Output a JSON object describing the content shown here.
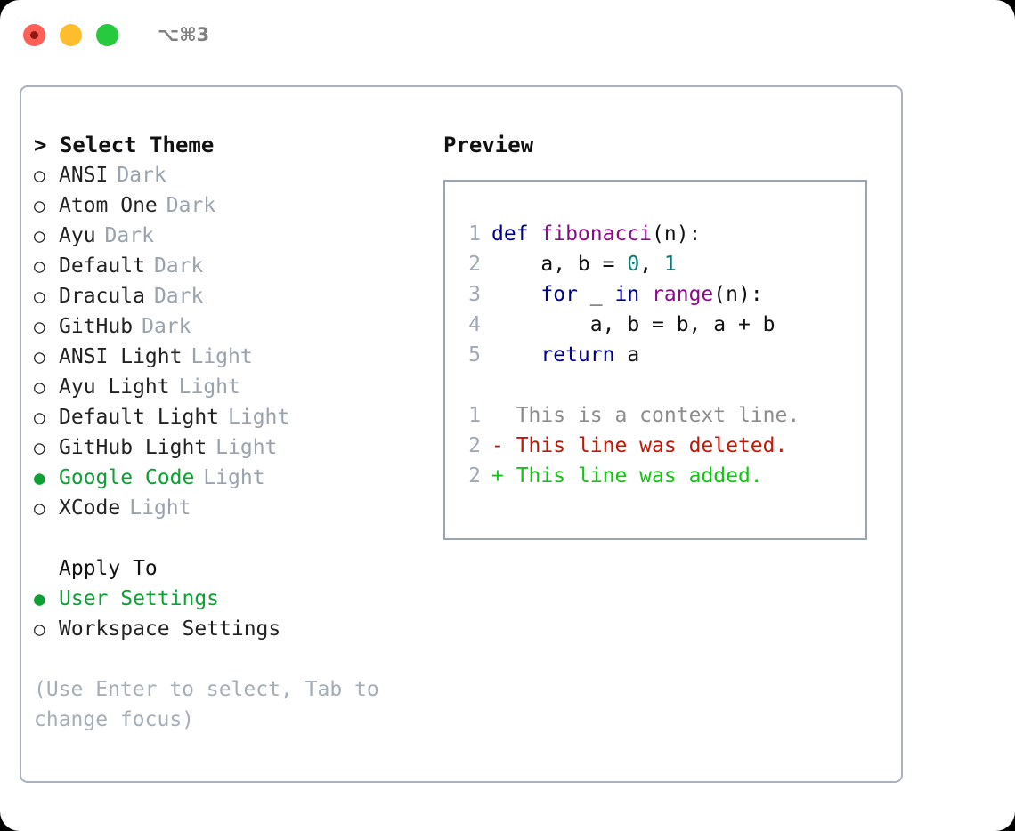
{
  "titlebar": {
    "lights": [
      {
        "name": "close",
        "color": "#ff5f56"
      },
      {
        "name": "minimize",
        "color": "#ffbd2e"
      },
      {
        "name": "zoom",
        "color": "#27c93f"
      }
    ],
    "shortcut": "⌥⌘3"
  },
  "theme_panel": {
    "heading": "> Select Theme",
    "selected_marker": "●",
    "unselected_marker": "○",
    "accent_color": "#0ea034",
    "variant_color": "#9aa2ac",
    "themes": [
      {
        "name": "ANSI",
        "variant": "Dark",
        "selected": false
      },
      {
        "name": "Atom One",
        "variant": "Dark",
        "selected": false
      },
      {
        "name": "Ayu",
        "variant": "Dark",
        "selected": false
      },
      {
        "name": "Default",
        "variant": "Dark",
        "selected": false
      },
      {
        "name": "Dracula",
        "variant": "Dark",
        "selected": false
      },
      {
        "name": "GitHub",
        "variant": "Dark",
        "selected": false
      },
      {
        "name": "ANSI Light",
        "variant": "Light",
        "selected": false
      },
      {
        "name": "Ayu Light",
        "variant": "Light",
        "selected": false
      },
      {
        "name": "Default Light",
        "variant": "Light",
        "selected": false
      },
      {
        "name": "GitHub Light",
        "variant": "Light",
        "selected": false
      },
      {
        "name": "Google Code",
        "variant": "Light",
        "selected": true
      },
      {
        "name": "XCode",
        "variant": "Light",
        "selected": false
      }
    ],
    "apply_to": {
      "heading": "Apply To",
      "options": [
        {
          "name": "User Settings",
          "selected": true
        },
        {
          "name": "Workspace Settings",
          "selected": false
        }
      ]
    },
    "hint": "(Use Enter to select, Tab to change focus)"
  },
  "preview": {
    "heading": "Preview",
    "code_lines": [
      {
        "number": "1",
        "tokens": [
          {
            "text": "def ",
            "kind": "kw"
          },
          {
            "text": "fibonacci",
            "kind": "fn"
          },
          {
            "text": "(n):",
            "kind": "pl"
          }
        ]
      },
      {
        "number": "2",
        "tokens": [
          {
            "text": "    a, b = ",
            "kind": "pl"
          },
          {
            "text": "0",
            "kind": "num"
          },
          {
            "text": ", ",
            "kind": "pl"
          },
          {
            "text": "1",
            "kind": "num"
          }
        ]
      },
      {
        "number": "3",
        "tokens": [
          {
            "text": "    ",
            "kind": "pl"
          },
          {
            "text": "for",
            "kind": "kw"
          },
          {
            "text": " _ ",
            "kind": "pl"
          },
          {
            "text": "in",
            "kind": "kw"
          },
          {
            "text": " ",
            "kind": "pl"
          },
          {
            "text": "range",
            "kind": "fn"
          },
          {
            "text": "(n):",
            "kind": "pl"
          }
        ]
      },
      {
        "number": "4",
        "tokens": [
          {
            "text": "        a, b = b, a + b",
            "kind": "pl"
          }
        ]
      },
      {
        "number": "5",
        "tokens": [
          {
            "text": "    ",
            "kind": "pl"
          },
          {
            "text": "return",
            "kind": "kw"
          },
          {
            "text": " a",
            "kind": "pl"
          }
        ]
      }
    ],
    "diff_lines": [
      {
        "number": "1",
        "marker": " ",
        "text": " This is a context line.",
        "kind": "ctx"
      },
      {
        "number": "2",
        "marker": "-",
        "text": " This line was deleted.",
        "kind": "del"
      },
      {
        "number": "2",
        "marker": "+",
        "text": " This line was added.",
        "kind": "add"
      }
    ]
  }
}
